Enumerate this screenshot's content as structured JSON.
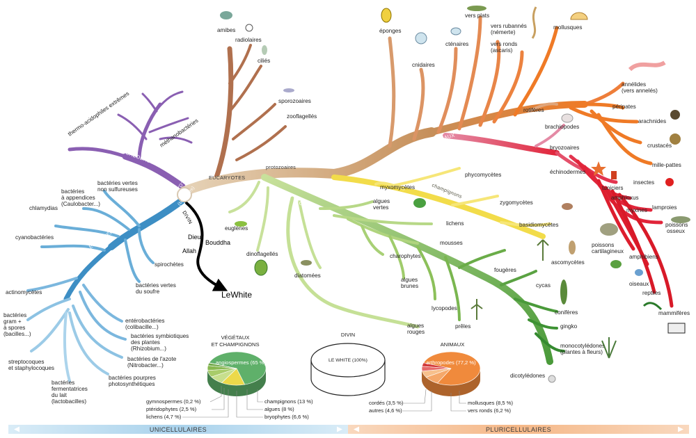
{
  "colors": {
    "eucaryotes": "#d2ad85",
    "animaux": "#ea6a2c",
    "champignons": "#f2dc4a",
    "vegetaux": "#9ccc5c",
    "protozoaires": "#b0704e",
    "archeo": "#8a5fb2",
    "eubacteries": "#3d8ec4",
    "divin": "#000000",
    "bar_left": "#8fc3e2",
    "bar_right": "#f4b07e"
  },
  "groups": {
    "eucaryotes": "EUCARYOTES",
    "protozoaires": "protozoaires",
    "animaux": "ANIMAUX",
    "champignons": "champignons",
    "vegetaux": "VÉGÉTAUX",
    "archeo": "ARCHÉOBACTÉRIES",
    "procaryotes": "PROCARYOTES",
    "procaryotes_sub": "(bactéries)",
    "eubacteries": "EUBACTÉRIES",
    "divin": "DIVIN"
  },
  "leaves": {
    "protozoaires": [
      "amibes",
      "radiolaires",
      "ciliés",
      "sporozoaires",
      "zooflagellés"
    ],
    "animaux": [
      "éponges",
      "cnidaires",
      "cténaires",
      "vers plats",
      "vers rubannés",
      "(némerte)",
      "vers ronds",
      "(ascaris)",
      "mollusques",
      "annélides",
      "(vers annelés)",
      "rotifères",
      "péripates",
      "arachnides",
      "brachiopodes",
      "crustacés",
      "bryozoaires",
      "mille-pattes",
      "échinodermes",
      "insectes",
      "tuniciers",
      "amphioxus",
      "myxines",
      "lamproies",
      "poissons",
      "osseux",
      "poissons",
      "cartilagineux",
      "amphibiens",
      "oiseaux",
      "reptiles",
      "mammifères"
    ],
    "champignons": [
      "phycomycètes",
      "myxomycètes",
      "zygomycètes",
      "basidiomycètes",
      "ascomycètes"
    ],
    "vegetaux": [
      "euglènes",
      "algues",
      "vertes",
      "lichens",
      "mousses",
      "dinoflagellés",
      "charophytes",
      "diatomées",
      "algues",
      "brunes",
      "fougères",
      "cycas",
      "lycopodes",
      "prêles",
      "conifères",
      "algues",
      "rouges",
      "gingko",
      "monocotylédones",
      "(plantes à fleurs)",
      "dicotylédones"
    ],
    "archeo": [
      "thermo-acidophiles extrêmes",
      "méthanobactéries"
    ],
    "eubacteries": [
      "bactéries vertes",
      "non sulfureuses",
      "bactéries",
      "à appendices",
      "(Caulobacter...)",
      "chlamydias",
      "cyanobactéries",
      "spirochètes",
      "bactéries vertes",
      "du soufre",
      "actinomycètes",
      "entérobactéries",
      "(colibacille...)",
      "bactéries",
      "gram +",
      "à spores",
      "(bacilles...)",
      "bactéries symbiotiques",
      "des plantes",
      "(Rhizobium...)",
      "bactéries de l'azote",
      "(Nitrobacter...)",
      "streptocoques",
      "et staphylocoques",
      "bactéries pourpres",
      "photosynthétiques",
      "bactéries",
      "fermentatrices",
      "du lait",
      "(lactobacilles)"
    ],
    "divin": [
      "Dieu",
      "Bouddha",
      "Allah",
      "LeWhite"
    ]
  },
  "pies": {
    "vegetaux": {
      "title_line1": "VÉGÉTAUX",
      "title_line2": "ET CHAMPIGNONS",
      "main_label": "angiospermes (65 %)",
      "slices": [
        {
          "label": "angiospermes",
          "pct": 65,
          "text": "angiospermes (65 %)",
          "color": "#5fb06a"
        },
        {
          "label": "champignons",
          "pct": 13,
          "text": "champignons (13 %)",
          "color": "#ecd94a"
        },
        {
          "label": "algues",
          "pct": 8,
          "text": "algues (8 %)",
          "color": "#c7df8d"
        },
        {
          "label": "bryophytes",
          "pct": 6.6,
          "text": "bryophytes (6,6 %)",
          "color": "#a8cc6a"
        },
        {
          "label": "lichens",
          "pct": 4.7,
          "text": "lichens (4,7 %)",
          "color": "#88b850"
        },
        {
          "label": "ptéridophytes",
          "pct": 2.5,
          "text": "ptéridophytes (2,5 %)",
          "color": "#6da644"
        },
        {
          "label": "gymnospermes",
          "pct": 0.2,
          "text": "gymnospermes (0,2 %)",
          "color": "#4f8e36"
        }
      ]
    },
    "divin": {
      "title": "DIVIN",
      "main_label": "LE WHITE (100%)",
      "slices": [
        {
          "label": "LE WHITE",
          "pct": 100,
          "color": "#ffffff"
        }
      ]
    },
    "animaux": {
      "title": "ANIMAUX",
      "main_label": "arthropodes (77,2 %)",
      "slices": [
        {
          "label": "arthropodes",
          "pct": 77.2,
          "text": "arthropodes (77,2 %)",
          "color": "#f08a3c"
        },
        {
          "label": "mollusques",
          "pct": 8.5,
          "text": "mollusques (8,5 %)",
          "color": "#f5a86a"
        },
        {
          "label": "vers ronds",
          "pct": 6.2,
          "text": "vers ronds (6,2 %)",
          "color": "#f7c08c"
        },
        {
          "label": "autres",
          "pct": 4.6,
          "text": "autres (4,6 %)",
          "color": "#e66a6a"
        },
        {
          "label": "cordés",
          "pct": 3.5,
          "text": "cordés (3,5 %)",
          "color": "#d23a3a"
        }
      ]
    }
  },
  "bars": {
    "left": "UNICELLULAIRES",
    "right": "PLURICELLULAIRES"
  }
}
